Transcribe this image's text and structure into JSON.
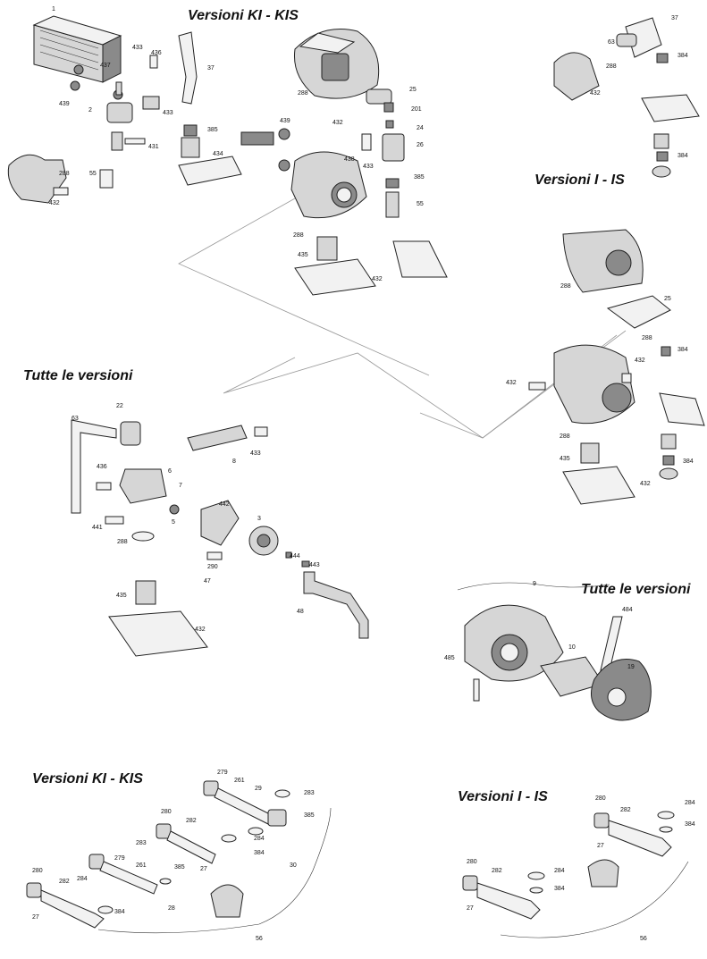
{
  "titles": {
    "ki_kis_top": "Versioni KI - KIS",
    "i_is_top": "Versioni I - IS",
    "tutte_left": "Tutte le versioni",
    "tutte_right": "Tutte le versioni",
    "ki_kis_bottom": "Versioni KI - KIS",
    "i_is_bottom": "Versioni I - IS"
  },
  "labels": {
    "l_1": "1",
    "l_433a": "433",
    "l_436a": "436",
    "l_437": "437",
    "l_37a": "37",
    "l_439a": "439",
    "l_2": "2",
    "l_433b": "433",
    "l_385a": "385",
    "l_431": "431",
    "l_55a": "55",
    "l_434": "434",
    "l_288a": "288",
    "l_432a": "432",
    "l_288b": "288",
    "l_25a": "25",
    "l_432b": "432",
    "l_201": "201",
    "l_439b": "439",
    "l_24": "24",
    "l_438": "438",
    "l_433c": "433",
    "l_26": "26",
    "l_385b": "385",
    "l_55b": "55",
    "l_288c": "288",
    "l_435a": "435",
    "l_432c": "432",
    "l_37b": "37",
    "l_63a": "63",
    "l_384a": "384",
    "l_288d": "288",
    "l_432d": "432",
    "l_384b": "384",
    "l_288e": "288",
    "l_25b": "25",
    "l_288f": "288",
    "l_384c": "384",
    "l_432e": "432",
    "l_432f": "432",
    "l_288g": "288",
    "l_435b": "435",
    "l_384d": "384",
    "l_432g": "432",
    "l_63b": "63",
    "l_22": "22",
    "l_8": "8",
    "l_433d": "433",
    "l_436b": "436",
    "l_6": "6",
    "l_7": "7",
    "l_441": "441",
    "l_5": "5",
    "l_288h": "288",
    "l_442": "442",
    "l_3": "3",
    "l_290": "290",
    "l_47": "47",
    "l_444": "444",
    "l_443": "443",
    "l_435c": "435",
    "l_48": "48",
    "l_432h": "432",
    "l_9": "9",
    "l_484": "484",
    "l_485": "485",
    "l_10": "10",
    "l_19": "19",
    "l_279a": "279",
    "l_261a": "261",
    "l_29": "29",
    "l_283a": "283",
    "l_385c": "385",
    "l_280a": "280",
    "l_282a": "282",
    "l_283b": "283",
    "l_284a": "284",
    "l_384e": "384",
    "l_27a": "27",
    "l_30": "30",
    "l_279b": "279",
    "l_261b": "261",
    "l_385d": "385",
    "l_280b": "280",
    "l_282b": "282",
    "l_284b": "284",
    "l_384f": "384",
    "l_28": "28",
    "l_27b": "27",
    "l_56a": "56",
    "l_280c": "280",
    "l_282c": "282",
    "l_284c": "284",
    "l_384g": "384",
    "l_27c": "27",
    "l_280d": "280",
    "l_282d": "282",
    "l_284d": "284",
    "l_384h": "384",
    "l_27d": "27",
    "l_56b": "56"
  }
}
